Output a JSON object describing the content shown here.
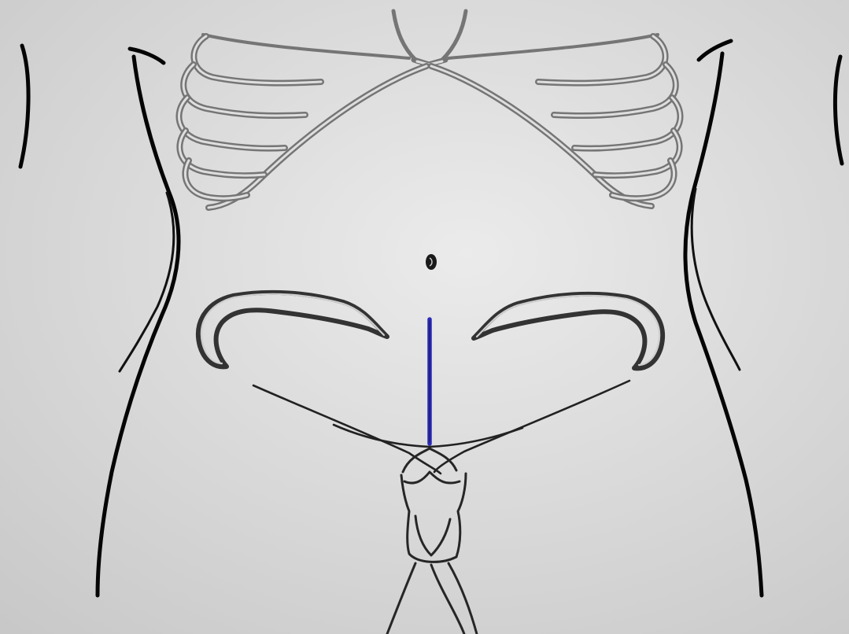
{
  "diagram": {
    "colors": {
      "background_dark": "#c6c6c6",
      "background_light": "#ebebeb",
      "body_outline": "#050505",
      "ribcage": "#757575",
      "pelvis": "#333333",
      "incision": "#2a2ab8"
    },
    "elements": [
      "torso-outline",
      "ribcage",
      "umbilicus",
      "pelvis",
      "midline-incision",
      "genitalia-outline"
    ]
  }
}
